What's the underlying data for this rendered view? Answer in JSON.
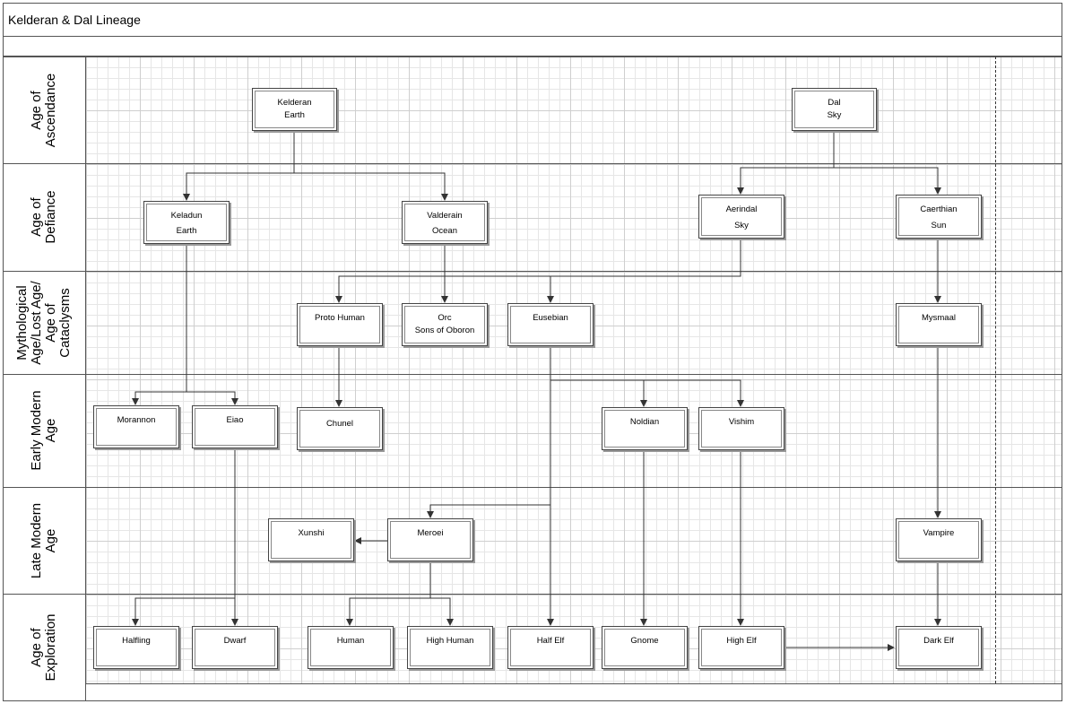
{
  "title": "Kelderan & Dal Lineage",
  "lanes": [
    {
      "id": "ascendance",
      "label_lines": [
        "Age of",
        "Ascendance"
      ]
    },
    {
      "id": "defiance",
      "label_lines": [
        "Age of",
        "Defiance"
      ]
    },
    {
      "id": "mythological",
      "label_lines": [
        "Mythological",
        "Age/Lost Age/",
        "Age of",
        "Cataclysms"
      ]
    },
    {
      "id": "early-modern",
      "label_lines": [
        "Early Modern",
        "Age"
      ]
    },
    {
      "id": "late-modern",
      "label_lines": [
        "Late Modern",
        "Age"
      ]
    },
    {
      "id": "exploration",
      "label_lines": [
        "Age of",
        "Exploration"
      ]
    }
  ],
  "nodes": {
    "kelderan": {
      "name": "Kelderan",
      "domain": "Earth"
    },
    "dal": {
      "name": "Dal",
      "domain": "Sky"
    },
    "keladun": {
      "name": "Keladun",
      "domain": "Earth"
    },
    "valderain": {
      "name": "Valderain",
      "domain": "Ocean"
    },
    "aerindal": {
      "name": "Aerindal",
      "domain": "Sky"
    },
    "caerthian": {
      "name": "Caerthian",
      "domain": "Sun"
    },
    "proto_human": {
      "name": "Proto Human"
    },
    "orc": {
      "name": "Orc",
      "domain": "Sons of Oboron"
    },
    "eusebian": {
      "name": "Eusebian"
    },
    "mysmaal": {
      "name": "Mysmaal"
    },
    "morannon": {
      "name": "Morannon"
    },
    "eiao": {
      "name": "Eiao"
    },
    "chunel": {
      "name": "Chunel"
    },
    "noldian": {
      "name": "Noldian"
    },
    "vishim": {
      "name": "Vishim"
    },
    "xunshi": {
      "name": "Xunshi"
    },
    "meroei": {
      "name": "Meroei"
    },
    "vampire": {
      "name": "Vampire"
    },
    "halfling": {
      "name": "Halfling"
    },
    "dwarf": {
      "name": "Dwarf"
    },
    "human": {
      "name": "Human"
    },
    "high_human": {
      "name": "High Human"
    },
    "half_elf": {
      "name": "Half Elf"
    },
    "gnome": {
      "name": "Gnome"
    },
    "high_elf": {
      "name": "High Elf"
    },
    "dark_elf": {
      "name": "Dark Elf"
    }
  },
  "edges": [
    [
      "kelderan",
      "keladun"
    ],
    [
      "kelderan",
      "valderain"
    ],
    [
      "dal",
      "aerindal"
    ],
    [
      "dal",
      "caerthian"
    ],
    [
      "valderain",
      "orc"
    ],
    [
      "aerindal",
      "proto_human"
    ],
    [
      "aerindal",
      "eusebian"
    ],
    [
      "caerthian",
      "mysmaal"
    ],
    [
      "keladun",
      "morannon"
    ],
    [
      "keladun",
      "eiao"
    ],
    [
      "proto_human",
      "chunel"
    ],
    [
      "eusebian",
      "noldian"
    ],
    [
      "eusebian",
      "vishim"
    ],
    [
      "eusebian",
      "meroei"
    ],
    [
      "eusebian",
      "half_elf"
    ],
    [
      "mysmaal",
      "vampire"
    ],
    [
      "meroei",
      "xunshi"
    ],
    [
      "meroei",
      "human"
    ],
    [
      "meroei",
      "high_human"
    ],
    [
      "eiao",
      "halfling"
    ],
    [
      "eiao",
      "dwarf"
    ],
    [
      "noldian",
      "gnome"
    ],
    [
      "vishim",
      "high_elf"
    ],
    [
      "vampire",
      "dark_elf"
    ],
    [
      "high_elf",
      "dark_elf"
    ]
  ]
}
